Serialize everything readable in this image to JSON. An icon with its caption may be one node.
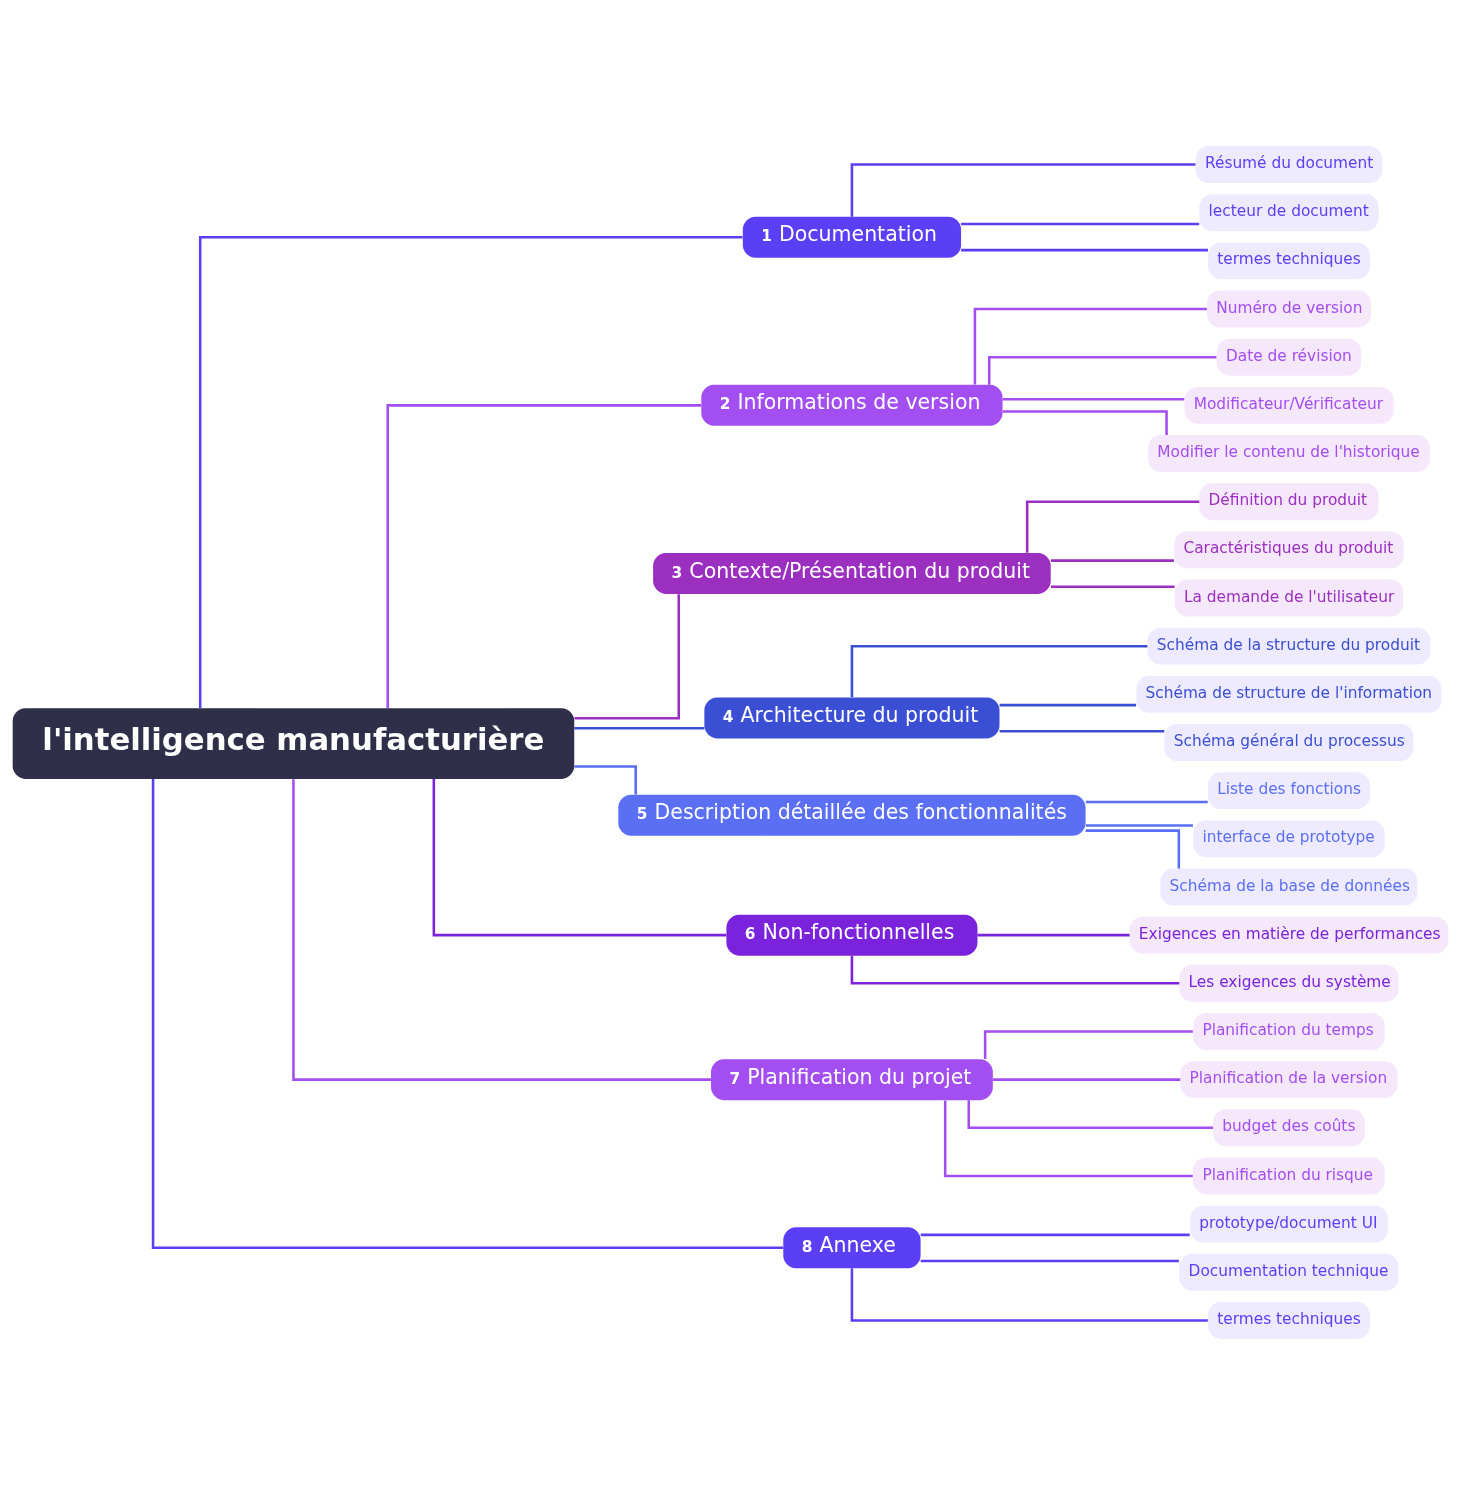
{
  "diagram": {
    "nodes": [
      {
        "text": [
          "l'intelligence manufacturière"
        ]
      },
      {
        "text": [
          "1",
          "Documentation"
        ]
      },
      {
        "text": [
          "Résumé du document"
        ]
      },
      {
        "text": [
          "lecteur de document"
        ]
      },
      {
        "text": [
          "termes techniques"
        ]
      },
      {
        "text": [
          "2",
          "Informations de version"
        ]
      },
      {
        "text": [
          "Numéro de version"
        ]
      },
      {
        "text": [
          "Date de révision"
        ]
      },
      {
        "text": [
          "Modificateur/Vérificateur"
        ]
      },
      {
        "text": [
          "Modifier le contenu de l'historique"
        ]
      },
      {
        "text": [
          "3",
          "Contexte/Présentation du produit"
        ]
      },
      {
        "text": [
          "Définition du produit"
        ]
      },
      {
        "text": [
          "Caractéristiques du produit"
        ]
      },
      {
        "text": [
          "La demande de l'utilisateur"
        ]
      },
      {
        "text": [
          "4",
          "Architecture du produit"
        ]
      },
      {
        "text": [
          "Schéma de la structure du produit"
        ]
      },
      {
        "text": [
          "Schéma de structure de l'information"
        ]
      },
      {
        "text": [
          "Schéma général du processus"
        ]
      },
      {
        "text": [
          "5",
          "Description détaillée des fonctionnalités"
        ]
      },
      {
        "text": [
          "Liste des fonctions"
        ]
      },
      {
        "text": [
          "interface de prototype"
        ]
      },
      {
        "text": [
          "Schéma de la base de données"
        ]
      },
      {
        "text": [
          "6",
          "Non-fonctionnelles"
        ]
      },
      {
        "text": [
          "Exigences en matière de performances"
        ]
      },
      {
        "text": [
          "Les exigences du système"
        ]
      },
      {
        "text": [
          "7",
          "Planification du projet"
        ]
      },
      {
        "text": [
          "Planification du temps"
        ]
      },
      {
        "text": [
          "Planification de la version"
        ]
      },
      {
        "text": [
          "budget des coûts"
        ]
      },
      {
        "text": [
          "Planification du risque"
        ]
      },
      {
        "text": [
          "8",
          "Annexe"
        ]
      },
      {
        "text": [
          "prototype/document UI"
        ]
      },
      {
        "text": [
          "Documentation technique"
        ]
      },
      {
        "text": [
          "termes techniques"
        ]
      }
    ],
    "edges": [
      {
        "from": 0,
        "to": 1,
        "arrow": "none",
        "color": "#5b3ff5"
      },
      {
        "from": 1,
        "to": 2,
        "arrow": "none",
        "color": "#5b3ff5"
      },
      {
        "from": 1,
        "to": 3,
        "arrow": "none",
        "color": "#5b3ff5"
      },
      {
        "from": 1,
        "to": 4,
        "arrow": "none",
        "color": "#5b3ff5"
      },
      {
        "from": 0,
        "to": 5,
        "arrow": "none",
        "color": "#a34ef0"
      },
      {
        "from": 5,
        "to": 6,
        "arrow": "none",
        "color": "#a34ef0"
      },
      {
        "from": 5,
        "to": 7,
        "arrow": "none",
        "color": "#a34ef0"
      },
      {
        "from": 5,
        "to": 8,
        "arrow": "none",
        "color": "#a34ef0"
      },
      {
        "from": 5,
        "to": 9,
        "arrow": "none",
        "color": "#a34ef0"
      },
      {
        "from": 0,
        "to": 10,
        "arrow": "none",
        "color": "#9b2fc0"
      },
      {
        "from": 10,
        "to": 11,
        "arrow": "none",
        "color": "#9b2fc0"
      },
      {
        "from": 10,
        "to": 12,
        "arrow": "none",
        "color": "#9b2fc0"
      },
      {
        "from": 10,
        "to": 13,
        "arrow": "none",
        "color": "#9b2fc0"
      },
      {
        "from": 0,
        "to": 14,
        "arrow": "none",
        "color": "#3b4fd4"
      },
      {
        "from": 14,
        "to": 15,
        "arrow": "none",
        "color": "#3b4fd4"
      },
      {
        "from": 14,
        "to": 16,
        "arrow": "none",
        "color": "#3b4fd4"
      },
      {
        "from": 14,
        "to": 17,
        "arrow": "none",
        "color": "#3b4fd4"
      },
      {
        "from": 0,
        "to": 18,
        "arrow": "none",
        "color": "#5b6ff5"
      },
      {
        "from": 18,
        "to": 19,
        "arrow": "none",
        "color": "#5b6ff5"
      },
      {
        "from": 18,
        "to": 20,
        "arrow": "none",
        "color": "#5b6ff5"
      },
      {
        "from": 18,
        "to": 21,
        "arrow": "none",
        "color": "#5b6ff5"
      },
      {
        "from": 0,
        "to": 22,
        "arrow": "none",
        "color": "#7a22dc"
      },
      {
        "from": 22,
        "to": 23,
        "arrow": "none",
        "color": "#7a22dc"
      },
      {
        "from": 22,
        "to": 24,
        "arrow": "none",
        "color": "#7a22dc"
      },
      {
        "from": 0,
        "to": 25,
        "arrow": "none",
        "color": "#a34ef0"
      },
      {
        "from": 25,
        "to": 26,
        "arrow": "none",
        "color": "#a34ef0"
      },
      {
        "from": 25,
        "to": 27,
        "arrow": "none",
        "color": "#a34ef0"
      },
      {
        "from": 25,
        "to": 28,
        "arrow": "none",
        "color": "#a34ef0"
      },
      {
        "from": 25,
        "to": 29,
        "arrow": "none",
        "color": "#a34ef0"
      },
      {
        "from": 0,
        "to": 30,
        "arrow": "none",
        "color": "#5b3ff5"
      },
      {
        "from": 30,
        "to": 31,
        "arrow": "none",
        "color": "#5b3ff5"
      },
      {
        "from": 30,
        "to": 32,
        "arrow": "none",
        "color": "#5b3ff5"
      },
      {
        "from": 30,
        "to": 33,
        "arrow": "none",
        "color": "#5b3ff5"
      }
    ]
  }
}
